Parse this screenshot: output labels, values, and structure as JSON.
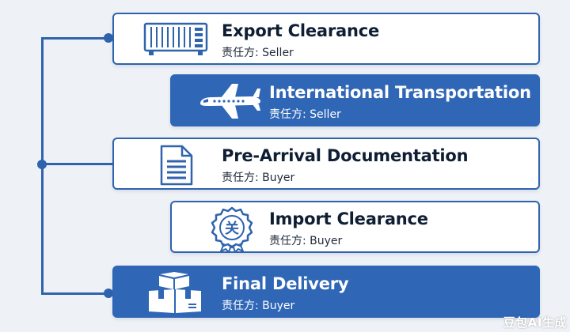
{
  "steps": [
    {
      "title": "Export Clearance",
      "responsibility": "责任方: Seller",
      "icon": "shipping-container-icon"
    },
    {
      "title": "International Transportation",
      "responsibility": "责任方: Seller",
      "icon": "airplane-icon"
    },
    {
      "title": "Pre-Arrival Documentation",
      "responsibility": "责任方: Buyer",
      "icon": "document-icon"
    },
    {
      "title": "Import Clearance",
      "responsibility": "责任方: Buyer",
      "icon": "customs-seal-icon"
    },
    {
      "title": "Final Delivery",
      "responsibility": "责任方: Buyer",
      "icon": "boxes-icon"
    }
  ],
  "watermark": "豆包AI生成",
  "colors": {
    "accent": "#2f63ad",
    "filled_card": "#2f66b6",
    "background": "#eef1f6",
    "text": "#0f1e33"
  }
}
